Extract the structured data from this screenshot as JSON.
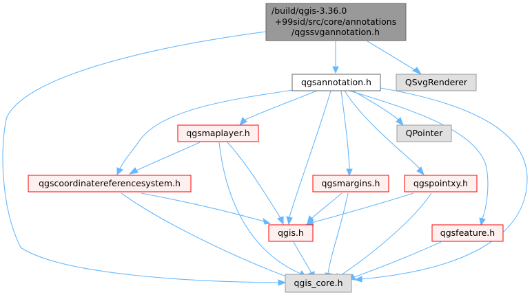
{
  "colors": {
    "edge": "#63b8ff",
    "root_fill": "#999999",
    "root_stroke": "#666666",
    "plain_fill": "#ffffff",
    "plain_stroke": "#666666",
    "red_fill": "#fff0f0",
    "red_stroke": "#ff0000",
    "gray_fill": "#e0e0e0",
    "gray_stroke": "#999999"
  },
  "nodes": [
    {
      "id": "root",
      "style": "root",
      "lines": [
        "/build/qgis-3.36.0",
        "+99sid/src/core/annotations",
        "/qgssvgannotation.h"
      ]
    },
    {
      "id": "qgsannotation",
      "style": "plain",
      "lines": [
        "qgsannotation.h"
      ]
    },
    {
      "id": "qsvgrenderer",
      "style": "gray",
      "lines": [
        "QSvgRenderer"
      ]
    },
    {
      "id": "qgsmaplayer",
      "style": "red",
      "lines": [
        "qgsmaplayer.h"
      ]
    },
    {
      "id": "qpointer",
      "style": "gray",
      "lines": [
        "QPointer"
      ]
    },
    {
      "id": "qgscrs",
      "style": "red",
      "lines": [
        "qgscoordinatereferencesystem.h"
      ]
    },
    {
      "id": "qgsmargins",
      "style": "red",
      "lines": [
        "qgsmargins.h"
      ]
    },
    {
      "id": "qgspointxy",
      "style": "red",
      "lines": [
        "qgspointxy.h"
      ]
    },
    {
      "id": "qgis",
      "style": "red",
      "lines": [
        "qgis.h"
      ]
    },
    {
      "id": "qgsfeature",
      "style": "red",
      "lines": [
        "qgsfeature.h"
      ]
    },
    {
      "id": "qgiscore",
      "style": "gray",
      "lines": [
        "qgis_core.h"
      ]
    }
  ],
  "edges": [
    [
      "root",
      "qgsannotation"
    ],
    [
      "root",
      "qsvgrenderer"
    ],
    [
      "root",
      "qgiscore"
    ],
    [
      "qgsannotation",
      "qgsmaplayer"
    ],
    [
      "qgsannotation",
      "qpointer"
    ],
    [
      "qgsannotation",
      "qgscrs"
    ],
    [
      "qgsannotation",
      "qgsmargins"
    ],
    [
      "qgsannotation",
      "qgspointxy"
    ],
    [
      "qgsannotation",
      "qgis"
    ],
    [
      "qgsannotation",
      "qgsfeature"
    ],
    [
      "qgsannotation",
      "qgiscore"
    ],
    [
      "qgsmaplayer",
      "qgscrs"
    ],
    [
      "qgsmaplayer",
      "qgis"
    ],
    [
      "qgsmaplayer",
      "qgiscore"
    ],
    [
      "qgscrs",
      "qgis"
    ],
    [
      "qgscrs",
      "qgiscore"
    ],
    [
      "qgsmargins",
      "qgis"
    ],
    [
      "qgsmargins",
      "qgiscore"
    ],
    [
      "qgspointxy",
      "qgis"
    ],
    [
      "qgspointxy",
      "qgiscore"
    ],
    [
      "qgis",
      "qgiscore"
    ],
    [
      "qgsfeature",
      "qgiscore"
    ]
  ]
}
